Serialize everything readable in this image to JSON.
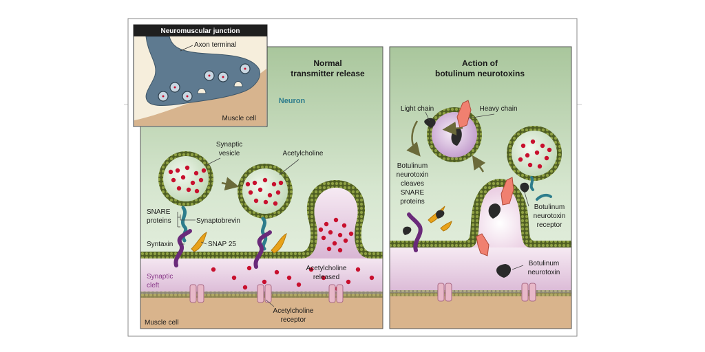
{
  "inset": {
    "title": "Neuromuscular junction",
    "axon_terminal": "Axon terminal",
    "muscle_cell": "Muscle cell"
  },
  "left_panel": {
    "title_line1": "Normal",
    "title_line2": "transmitter release",
    "neuron": "Neuron",
    "synaptic_vesicle_line1": "Synaptic",
    "synaptic_vesicle_line2": "vesicle",
    "acetylcholine": "Acetylcholine",
    "snare_line1": "SNARE",
    "snare_line2": "proteins",
    "synaptobrevin": "Synaptobrevin",
    "syntaxin": "Syntaxin",
    "snap25": "SNAP 25",
    "synaptic_cleft_line1": "Synaptic",
    "synaptic_cleft_line2": "cleft",
    "ach_released_line1": "Acetylcholine",
    "ach_released_line2": "released",
    "ach_receptor_line1": "Acetylcholine",
    "ach_receptor_line2": "receptor",
    "muscle_cell": "Muscle cell"
  },
  "right_panel": {
    "title_line1": "Action of",
    "title_line2": "botulinum neurotoxins",
    "light_chain": "Light chain",
    "heavy_chain": "Heavy chain",
    "cleaves_lines": [
      "Botulinum",
      "neurotoxin",
      "cleaves",
      "SNARE",
      "proteins"
    ],
    "bnt_receptor_lines": [
      "Botulinum",
      "neurotoxin",
      "receptor"
    ],
    "bnt_lines": [
      "Botulinum",
      "neurotoxin"
    ]
  },
  "colors": {
    "neuron_fill": "#cfe0c6",
    "membrane": "#5a6b2a",
    "cleft": "#e8d4e6",
    "muscle": "#d7b48e",
    "acetylcholine": "#c8102e",
    "syntaxin": "#6a2a7a",
    "snap25": "#e8a21a",
    "synaptobrevin": "#2e7d8c",
    "toxin_heavy": "#f08070",
    "toxin_light": "#2a2a2a",
    "receptor": "#e8b8c8",
    "inset_header": "#1f1f1f",
    "axon": "#5e7a90"
  }
}
